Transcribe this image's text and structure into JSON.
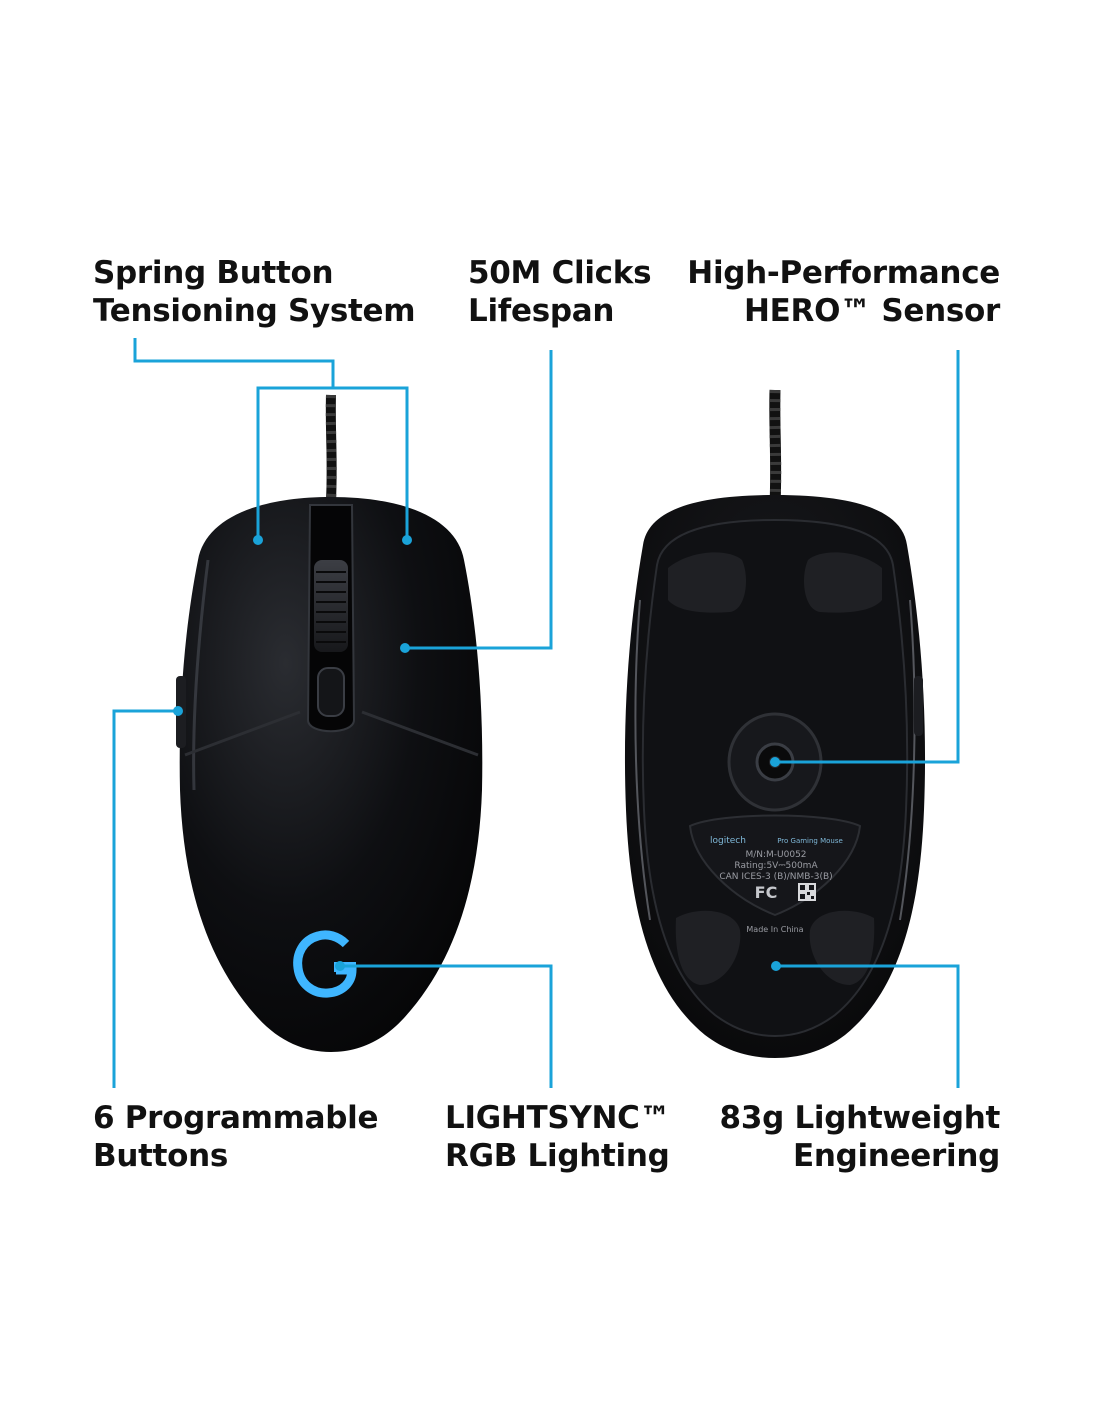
{
  "colors": {
    "accent": "#1aa3d9",
    "mouse_body": "#0b0c0e",
    "background": "#ffffff"
  },
  "features": {
    "spring": {
      "line1": "Spring Button",
      "line2": "Tensioning System"
    },
    "clicks": {
      "line1": "50M Clicks",
      "line2": "Lifespan"
    },
    "sensor": {
      "line1": "High-Performance",
      "line2": "HERO™ Sensor"
    },
    "buttons": {
      "line1": "6 Programmable",
      "line2": "Buttons"
    },
    "lightsync": {
      "line1": "LIGHTSYNC™",
      "line2": "RGB Lighting"
    },
    "weight": {
      "line1": "83g Lightweight",
      "line2": "Engineering"
    }
  },
  "label_plate": {
    "brand": "logitech",
    "product": "Pro Gaming Mouse",
    "model": "M/N:M-U0052",
    "rating": "Rating:5V⎓500mA",
    "compliance": "CAN ICES-3 (B)/NMB-3(B)",
    "fcc": "FC",
    "origin": "Made In China"
  },
  "icons": [
    "g-logo-icon",
    "fcc-mark-icon",
    "qr-code-icon"
  ]
}
